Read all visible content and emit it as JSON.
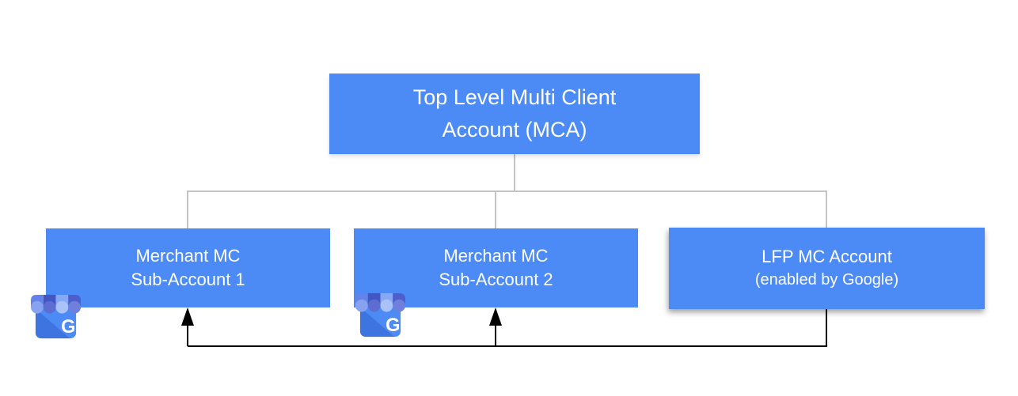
{
  "nodes": {
    "mca": {
      "line1": "Top Level Multi Client",
      "line2": "Account (MCA)"
    },
    "sub1": {
      "line1": "Merchant MC",
      "line2": "Sub-Account 1"
    },
    "sub2": {
      "line1": "Merchant MC",
      "line2": "Sub-Account 2"
    },
    "lfp": {
      "line1": "LFP MC Account",
      "line2": "(enabled by Google)"
    }
  },
  "icons": {
    "sub1_badge": "google-my-business-icon",
    "sub2_badge": "google-my-business-icon",
    "g_letter": "G"
  },
  "colors": {
    "node_fill": "#4C8BF5",
    "node_text": "#FFFFFF",
    "tree_connector_gray": "#C4C4C4",
    "feed_arrow_black": "#000000",
    "awning_stripe_1": "#6383EA",
    "awning_stripe_2": "#4456C4",
    "awning_stripe_3": "#87A9F3",
    "awning_stripe_4": "#4E5FCC",
    "icon_body_blue": "#4C8BF5",
    "icon_fold_blue": "#3D74E0"
  }
}
